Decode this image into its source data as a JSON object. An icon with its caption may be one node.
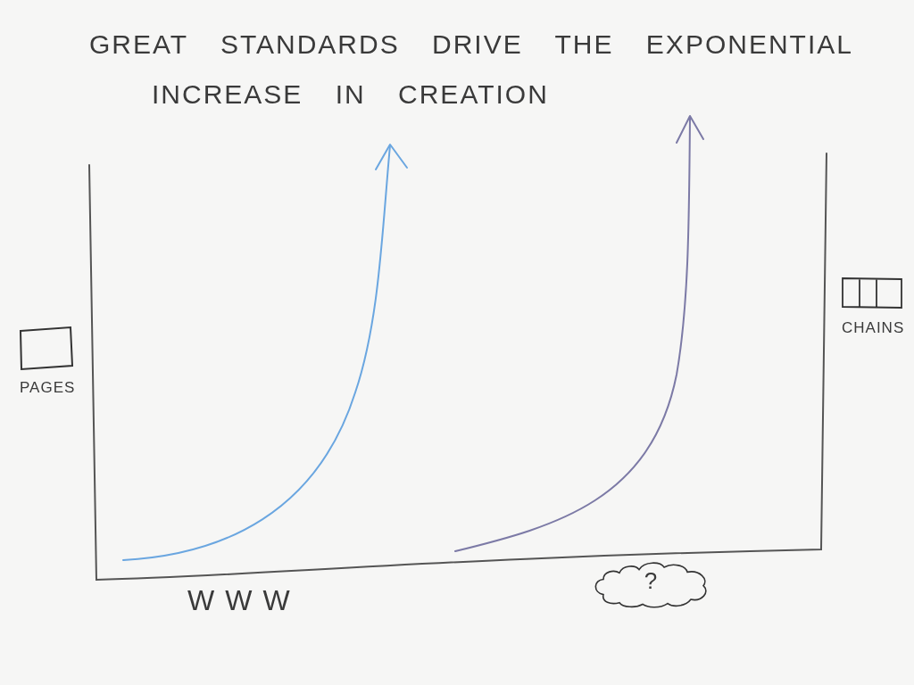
{
  "diagram": {
    "title": "GREAT STANDARDS DRIVE THE EXPONENTIAL INCREASE IN CREATION",
    "nodes": [
      {
        "text": [
          "?"
        ]
      }
    ],
    "labels": [
      "PAGES",
      "CHAINS",
      "WWW"
    ]
  }
}
